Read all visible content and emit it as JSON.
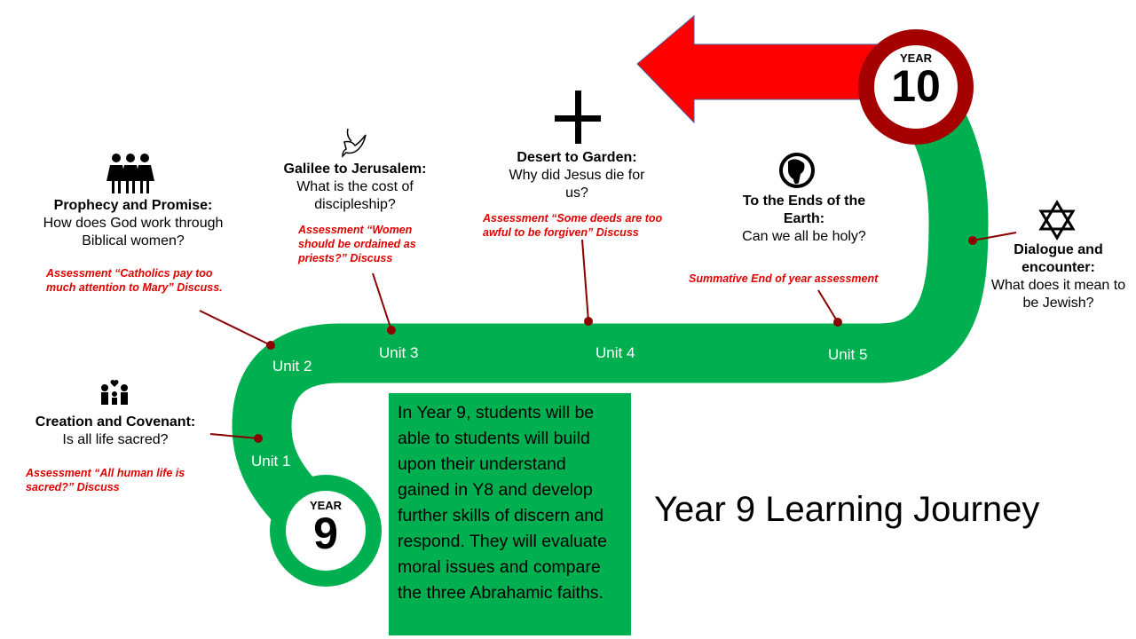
{
  "title": "Year 9 Learning Journey",
  "summary": "In Year 9, students will be able to students will build upon their understand gained in Y8 and develop further skills of discern and respond. They will evaluate moral issues and compare the three Abrahamic faiths.",
  "start": {
    "label": "YEAR",
    "number": "9"
  },
  "end": {
    "label": "YEAR",
    "number": "10"
  },
  "units": [
    {
      "unit": "Unit 1",
      "title": "Creation and Covenant:",
      "question": "Is all life sacred?",
      "assessment": "Assessment “All human life is sacred?” Discuss",
      "icon": "family-icon"
    },
    {
      "unit": "Unit 2",
      "title": "Prophecy and Promise:",
      "question": "How does God work through Biblical women?",
      "assessment": "Assessment “Catholics pay too much attention to Mary” Discuss.",
      "icon": "women-icon"
    },
    {
      "unit": "Unit 3",
      "title": "Galilee to Jerusalem:",
      "question": "What is the cost of discipleship?",
      "assessment": "Assessment “Women should be ordained as priests?” Discuss",
      "icon": "dove-icon"
    },
    {
      "unit": "Unit 4",
      "title": "Desert to Garden:",
      "question": "Why did Jesus die for us?",
      "assessment": "Assessment “Some deeds are too awful to be forgiven” Discuss",
      "icon": "cross-icon"
    },
    {
      "unit": "Unit 5",
      "title": "To the Ends of the Earth:",
      "question": "Can we all be holy?",
      "assessment": "Summative End of year assessment",
      "icon": "globe-icon"
    },
    {
      "unit": "",
      "title": "Dialogue and encounter:",
      "question": "What does it mean to be Jewish?",
      "assessment": "",
      "icon": "star-of-david-icon"
    }
  ],
  "colors": {
    "road": "#00b050",
    "arrow": "#ff0000",
    "ring": "#a50000",
    "connector": "#8b0000",
    "assessment": "#e00000"
  }
}
